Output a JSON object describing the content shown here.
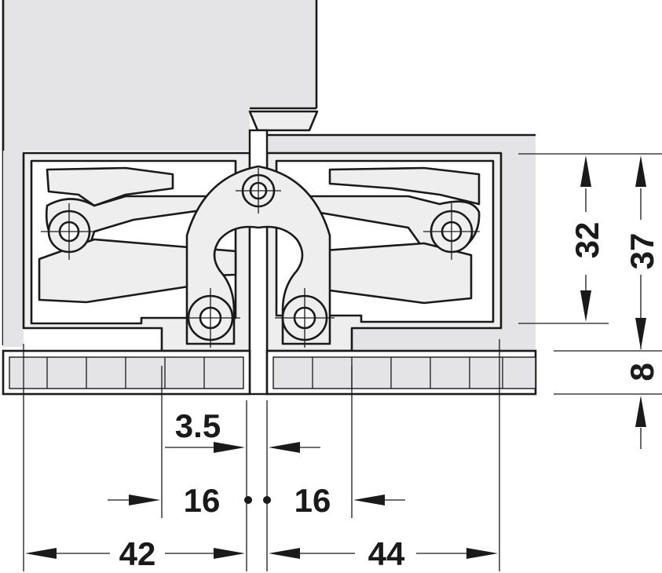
{
  "dimensions": {
    "vertical": {
      "d32": "32",
      "d37": "37",
      "d8": "8"
    },
    "horizontal": {
      "d3_5": "3.5",
      "d16_left": "16",
      "d16_right": "16",
      "d42": "42",
      "d44": "44"
    }
  },
  "colors": {
    "line": "#1a1a1a",
    "part_fill": "#eeeeef",
    "frame_fill": "#e4e4e6"
  }
}
